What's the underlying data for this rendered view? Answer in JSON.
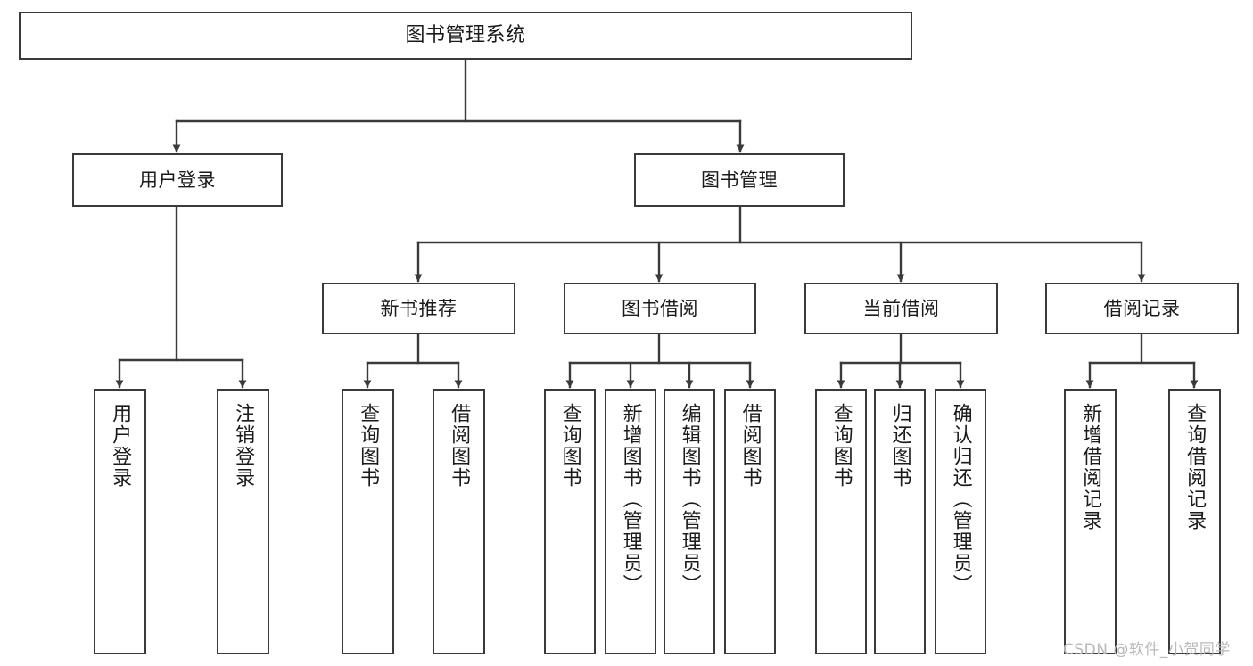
{
  "diagram": {
    "title": "图书管理系统",
    "watermark": "CSDN @软件_小贺同学",
    "line_color": "#3a3a3a",
    "box_fill": "#ffffff",
    "text_color": "#1b1b1b",
    "watermark_color": "#b9b9b9",
    "nodes": {
      "root": "图书管理系统",
      "user_login": "用户登录",
      "book_manage": "图书管理",
      "new_book_rec": "新书推荐",
      "book_borrow": "图书借阅",
      "current_borrow": "当前借阅",
      "borrow_record": "借阅记录",
      "login_user": "用户登录",
      "logout_user": "注销登录",
      "rec_query_book": "查询图书",
      "rec_borrow_book": "借阅图书",
      "bb_query_book": "查询图书",
      "bb_add_book": "新增图书（管理员）",
      "bb_edit_book": "编辑图书（管理员）",
      "bb_borrow_book": "借阅图书",
      "cb_query_book": "查询图书",
      "cb_return_book": "归还图书",
      "cb_confirm_return": "确认归还（管理员）",
      "br_add_record": "新增借阅记录",
      "br_query_record": "查询借阅记录"
    }
  }
}
